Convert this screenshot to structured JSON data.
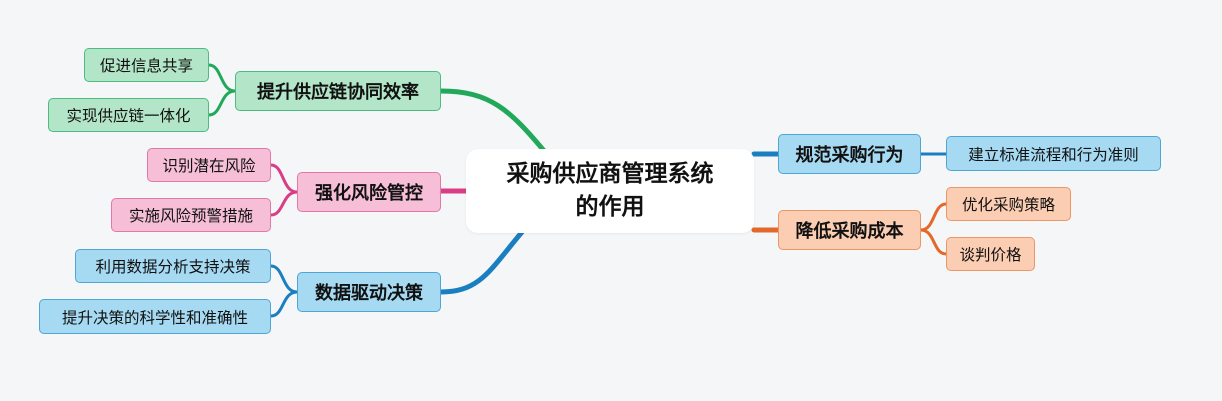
{
  "root": {
    "line1": "采购供应商管理系统",
    "line2": "的作用"
  },
  "branches": {
    "green": {
      "label": "提升供应链协同效率",
      "color": "#22a85a",
      "leaves": [
        "促进信息共享",
        "实现供应链一体化"
      ]
    },
    "pink": {
      "label": "强化风险管控",
      "color": "#d93d85",
      "leaves": [
        "识别潜在风险",
        "实施风险预警措施"
      ]
    },
    "blue": {
      "label": "数据驱动决策",
      "color": "#1a7fc0",
      "leaves": [
        "利用数据分析支持决策",
        "提升决策的科学性和准确性"
      ]
    },
    "sky": {
      "label": "规范采购行为",
      "color": "#1a7fc0",
      "leaves": [
        "建立标准流程和行为准则"
      ]
    },
    "orange": {
      "label": "降低采购成本",
      "color": "#e3692a",
      "leaves": [
        "优化采购策略",
        "谈判价格"
      ]
    }
  }
}
